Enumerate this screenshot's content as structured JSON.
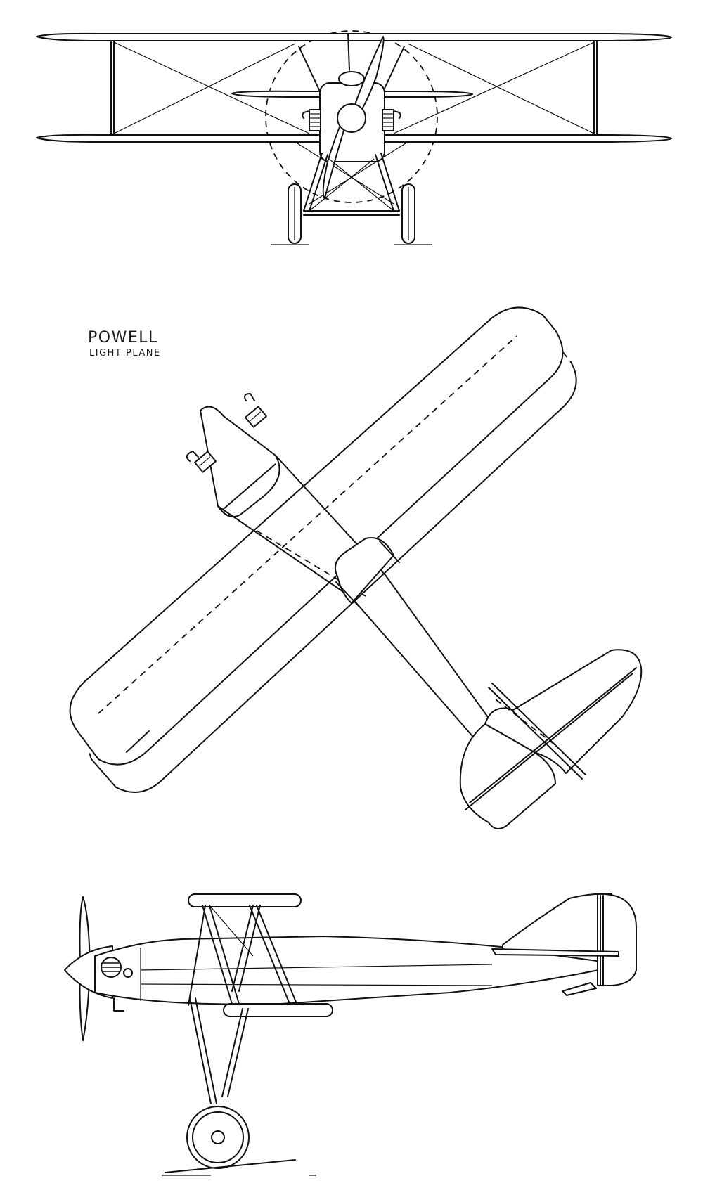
{
  "drawing": {
    "title": "POWELL",
    "subtitle": "LIGHT PLANE",
    "line_color": "#111111",
    "background_color": "#ffffff"
  },
  "views": [
    {
      "view": "front",
      "icon": "aircraft-front-view-icon"
    },
    {
      "view": "top",
      "icon": "aircraft-plan-view-icon"
    },
    {
      "view": "side",
      "icon": "aircraft-side-view-icon"
    }
  ]
}
